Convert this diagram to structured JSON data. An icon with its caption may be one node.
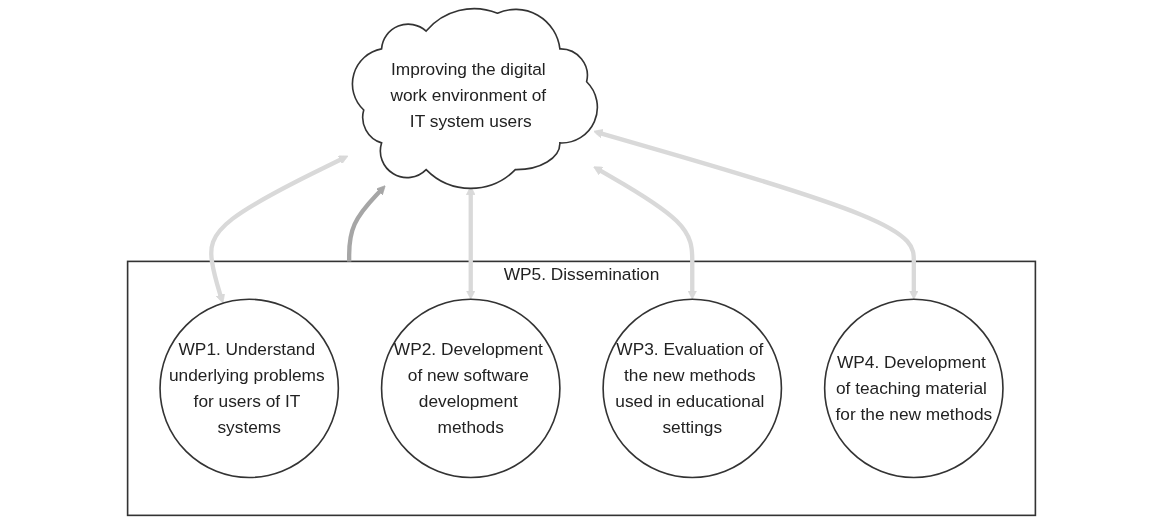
{
  "diagram": {
    "nodes": [
      {
        "text": [
          "Improving the digital work environment of IT system users"
        ]
      },
      {
        "text": [
          "WP5. Dissemination"
        ]
      },
      {
        "text": [
          "WP1. Understand underlying problems for users of IT systems"
        ],
        "in": 1
      },
      {
        "text": [
          "WP2. Development of new software development methods"
        ],
        "in": 1
      },
      {
        "text": [
          "WP3. Evaluation of the new methods used in educational settings"
        ],
        "in": 1
      },
      {
        "text": [
          "WP4. Development of teaching material for the new methods"
        ],
        "in": 1
      }
    ],
    "edges": [
      {
        "from": 0,
        "to": 2,
        "arrow": "both",
        "color": "#d9d9d9"
      },
      {
        "from": 0,
        "to": 3,
        "arrow": "both",
        "color": "#d9d9d9"
      },
      {
        "from": 0,
        "to": 4,
        "arrow": "both",
        "color": "#d9d9d9"
      },
      {
        "from": 0,
        "to": 5,
        "arrow": "both",
        "color": "#d9d9d9"
      },
      {
        "from": 1,
        "to": 0,
        "arrow": "to",
        "color": "#a6a6a6"
      }
    ]
  }
}
